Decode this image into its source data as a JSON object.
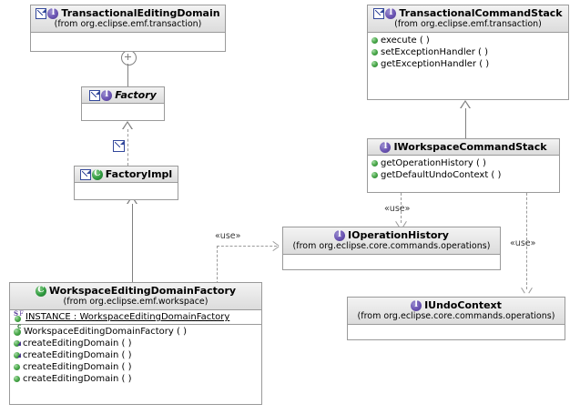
{
  "diagram": {
    "title": "EMF Transaction / Workspace editing domain UML class diagram",
    "type": "uml-class-diagram",
    "colors": {
      "interface_icon": "#4b3a8c",
      "class_icon": "#2f9b3f",
      "member_icon": "#49a849",
      "box_border": "#9a9a9a",
      "header_gradient_top": "#f3f3f3",
      "header_gradient_bottom": "#dcdcdc",
      "connector": "#808080",
      "background": "#ffffff"
    }
  },
  "classes": [
    {
      "id": "transactional-editing-domain",
      "name": "TransactionalEditingDomain",
      "from": "(from org.eclipse.emf.transaction)",
      "kind": "interface",
      "shortcut": true,
      "italic": false,
      "members": []
    },
    {
      "id": "factory",
      "name": "Factory",
      "from": "",
      "kind": "interface",
      "shortcut": true,
      "italic": true,
      "members": []
    },
    {
      "id": "factory-impl",
      "name": "FactoryImpl",
      "from": "",
      "kind": "class",
      "shortcut": true,
      "italic": false,
      "members": []
    },
    {
      "id": "workspace-editing-domain-factory",
      "name": "WorkspaceEditingDomainFactory",
      "from": "(from org.eclipse.emf.workspace)",
      "kind": "class",
      "shortcut": false,
      "italic": false,
      "members": [
        {
          "label": "INSTANCE : WorkspaceEditingDomainFactory",
          "icon": "static-field-icon",
          "underline": true
        },
        {
          "label": "WorkspaceEditingDomainFactory ( )",
          "icon": "constructor-icon",
          "underline": false
        },
        {
          "label": "createEditingDomain ( )",
          "icon": "method-override-icon",
          "underline": false
        },
        {
          "label": "createEditingDomain ( )",
          "icon": "method-override-icon",
          "underline": false
        },
        {
          "label": "createEditingDomain ( )",
          "icon": "method-icon",
          "underline": false
        },
        {
          "label": "createEditingDomain ( )",
          "icon": "method-icon",
          "underline": false
        }
      ]
    },
    {
      "id": "transactional-command-stack",
      "name": "TransactionalCommandStack",
      "from": "(from org.eclipse.emf.transaction)",
      "kind": "interface",
      "shortcut": true,
      "italic": false,
      "members": [
        {
          "label": "execute ( )",
          "icon": "method-icon",
          "underline": false
        },
        {
          "label": "setExceptionHandler ( )",
          "icon": "method-icon",
          "underline": false
        },
        {
          "label": "getExceptionHandler ( )",
          "icon": "method-icon",
          "underline": false
        }
      ]
    },
    {
      "id": "iworkspace-command-stack",
      "name": "IWorkspaceCommandStack",
      "from": "",
      "kind": "interface",
      "shortcut": false,
      "italic": false,
      "members": [
        {
          "label": "getOperationHistory ( )",
          "icon": "method-icon",
          "underline": false
        },
        {
          "label": "getDefaultUndoContext ( )",
          "icon": "method-icon",
          "underline": false
        }
      ]
    },
    {
      "id": "ioperation-history",
      "name": "IOperationHistory",
      "from": "(from org.eclipse.core.commands.operations)",
      "kind": "interface",
      "shortcut": false,
      "italic": false,
      "members": []
    },
    {
      "id": "iundo-context",
      "name": "IUndoContext",
      "from": "(from org.eclipse.core.commands.operations)",
      "kind": "interface",
      "shortcut": false,
      "italic": false,
      "members": []
    }
  ],
  "relations": [
    {
      "id": "rel-ted-factory",
      "type": "nested-containment",
      "label": "",
      "from": "transactional-editing-domain",
      "to": "factory"
    },
    {
      "id": "rel-factoryimpl-factory",
      "type": "realization",
      "label": "",
      "from": "factory-impl",
      "to": "factory"
    },
    {
      "id": "rel-wedf-factoryimpl",
      "type": "generalization",
      "label": "",
      "from": "workspace-editing-domain-factory",
      "to": "factory-impl"
    },
    {
      "id": "rel-wedf-ioh",
      "type": "dependency",
      "label": "«use»",
      "from": "workspace-editing-domain-factory",
      "to": "ioperation-history"
    },
    {
      "id": "rel-iwcs-tcs",
      "type": "generalization",
      "label": "",
      "from": "iworkspace-command-stack",
      "to": "transactional-command-stack"
    },
    {
      "id": "rel-iwcs-ioh",
      "type": "dependency",
      "label": "«use»",
      "from": "iworkspace-command-stack",
      "to": "ioperation-history"
    },
    {
      "id": "rel-iwcs-iuc",
      "type": "dependency",
      "label": "«use»",
      "from": "iworkspace-command-stack",
      "to": "iundo-context"
    }
  ],
  "labels": {
    "use_left": "«use»",
    "use_top": "«use»",
    "use_right": "«use»"
  }
}
